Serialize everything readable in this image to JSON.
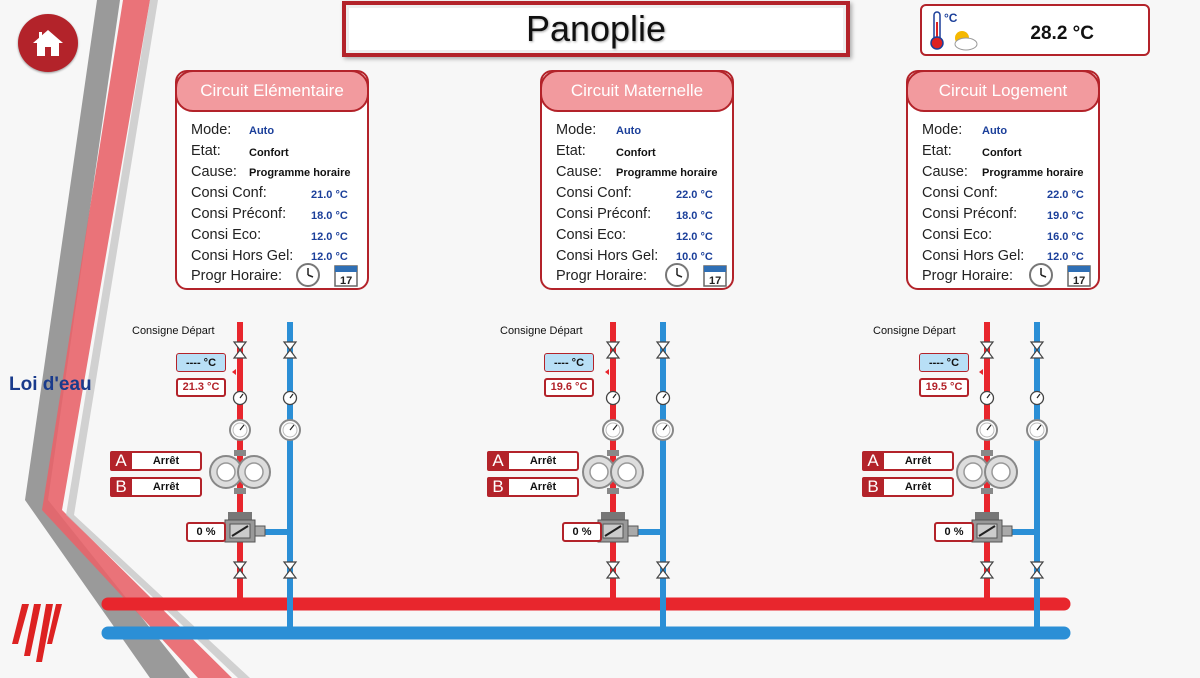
{
  "page": {
    "title": "Panoplie"
  },
  "weather": {
    "temperature": "28.2 °C",
    "icon": "thermometer-weather-icon"
  },
  "loi_label": "Loi d'eau",
  "colors": {
    "accent": "#b3232a",
    "header_fill": "#f29a9e",
    "hot_pipe": "#e8262d",
    "cold_pipe": "#2b8fd6",
    "value_blue": "#1b3f9a"
  },
  "labels": {
    "mode": "Mode:",
    "etat": "Etat:",
    "cause": "Cause:",
    "consi_conf": "Consi Conf:",
    "consi_preconf": "Consi Préconf:",
    "consi_eco": "Consi Eco:",
    "consi_hors_gel": "Consi Hors Gel:",
    "progr_horaire": "Progr Horaire:",
    "consigne_depart": "Consigne Départ"
  },
  "circuits": [
    {
      "name": "Circuit Elémentaire",
      "mode": "Auto",
      "etat": "Confort",
      "cause": "Programme horaire",
      "consi_conf": "21.0 °C",
      "consi_preconf": "18.0 °C",
      "consi_eco": "12.0 °C",
      "consi_hors_gel": "12.0 °C",
      "consigne_depart": "---- °C",
      "depart_temp": "21.3 °C",
      "pump_a": "Arrêt",
      "pump_b": "Arrêt",
      "valve": "0 %"
    },
    {
      "name": "Circuit Maternelle",
      "mode": "Auto",
      "etat": "Confort",
      "cause": "Programme horaire",
      "consi_conf": "22.0 °C",
      "consi_preconf": "18.0 °C",
      "consi_eco": "12.0 °C",
      "consi_hors_gel": "10.0 °C",
      "consigne_depart": "---- °C",
      "depart_temp": "19.6 °C",
      "pump_a": "Arrêt",
      "pump_b": "Arrêt",
      "valve": "0 %"
    },
    {
      "name": "Circuit Logement",
      "mode": "Auto",
      "etat": "Confort",
      "cause": "Programme horaire",
      "consi_conf": "22.0 °C",
      "consi_preconf": "19.0 °C",
      "consi_eco": "16.0 °C",
      "consi_hors_gel": "12.0 °C",
      "consigne_depart": "---- °C",
      "depart_temp": "19.5 °C",
      "pump_a": "Arrêt",
      "pump_b": "Arrêt",
      "valve": "0 %"
    }
  ],
  "pump_letters": {
    "a": "A",
    "b": "B"
  }
}
